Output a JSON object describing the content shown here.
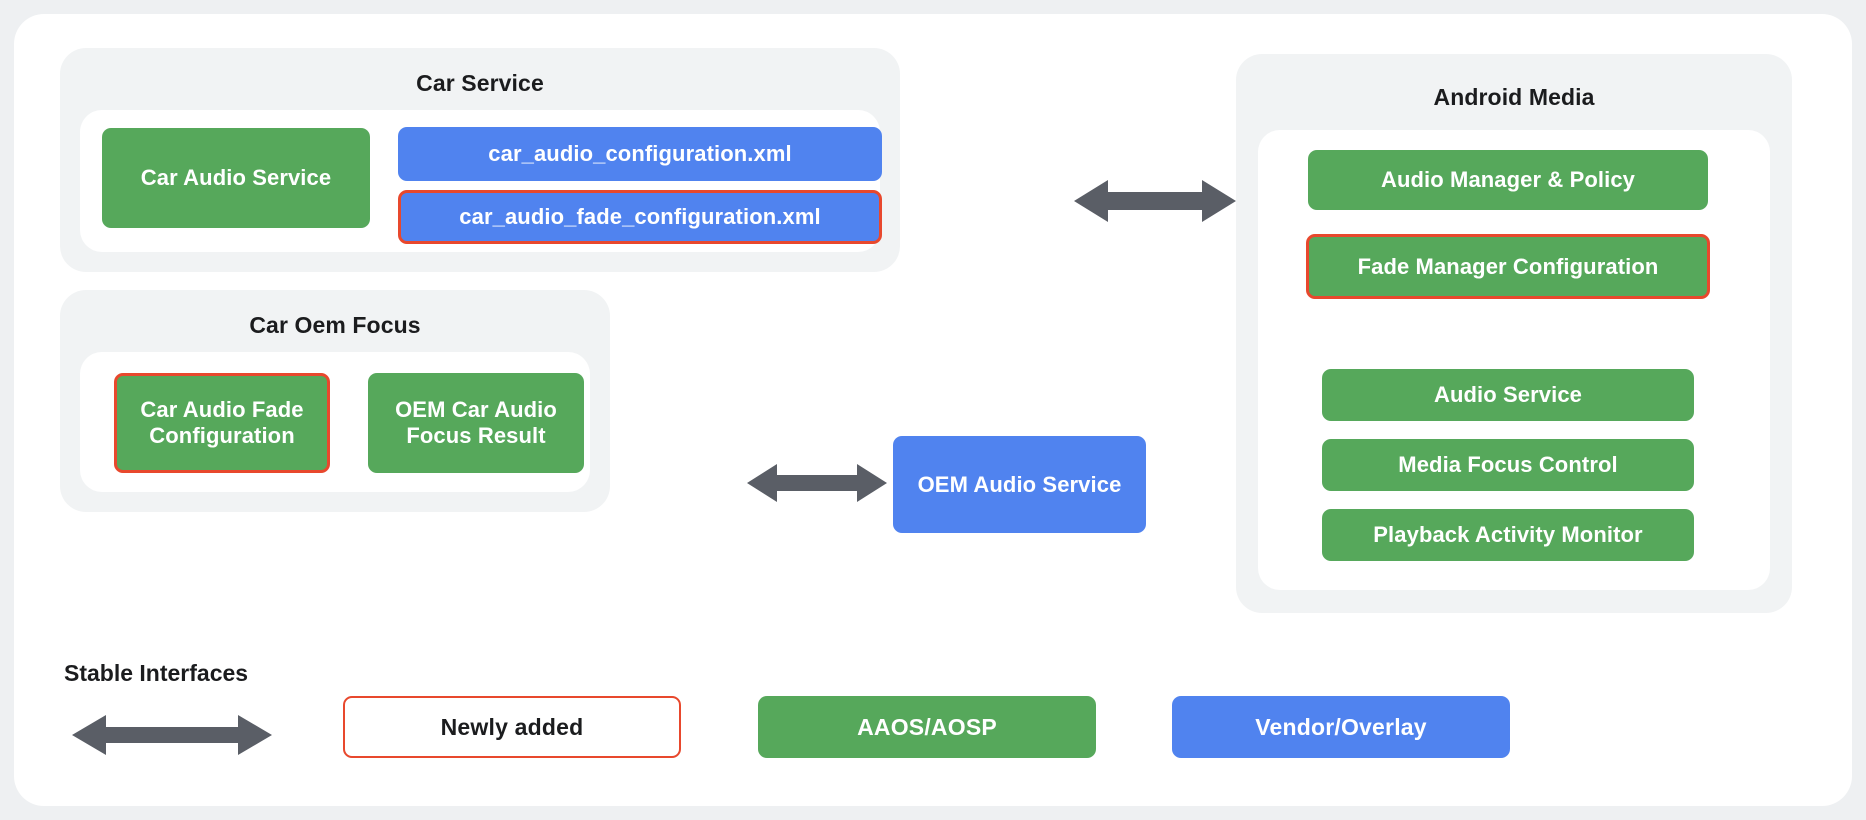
{
  "diagram": {
    "groups": [
      {
        "id": "car-service",
        "title": "Car Service",
        "nodes": [
          {
            "id": "car-audio-service",
            "label": "Car Audio Service",
            "style": "green",
            "outlined": false
          },
          {
            "id": "car-audio-configuration-xml",
            "label": "car_audio_configuration.xml",
            "style": "blue",
            "outlined": false
          },
          {
            "id": "car-audio-fade-configuration-xml",
            "label": "car_audio_fade_configuration.xml",
            "style": "blue",
            "outlined": true
          }
        ]
      },
      {
        "id": "car-oem-focus",
        "title": "Car Oem Focus",
        "nodes": [
          {
            "id": "car-audio-fade-configuration",
            "label": "Car Audio Fade Configuration",
            "style": "green",
            "outlined": true
          },
          {
            "id": "oem-car-audio-focus-result",
            "label": "OEM Car Audio Focus Result",
            "style": "green",
            "outlined": false
          }
        ]
      },
      {
        "id": "android-media",
        "title": "Android Media",
        "nodes": [
          {
            "id": "audio-manager-policy",
            "label": "Audio Manager & Policy",
            "style": "green",
            "outlined": false
          },
          {
            "id": "fade-manager-configuration",
            "label": "Fade Manager Configuration",
            "style": "green",
            "outlined": true
          },
          {
            "id": "audio-service",
            "label": "Audio Service",
            "style": "green",
            "outlined": false
          },
          {
            "id": "media-focus-control",
            "label": "Media Focus Control",
            "style": "green",
            "outlined": false
          },
          {
            "id": "playback-activity-monitor",
            "label": "Playback Activity Monitor",
            "style": "green",
            "outlined": false
          }
        ]
      }
    ],
    "standalone_nodes": [
      {
        "id": "oem-audio-service",
        "label": "OEM Audio Service",
        "style": "blue",
        "outlined": false
      }
    ],
    "connectors": [
      {
        "id": "car-service-to-android-media",
        "type": "double-arrow"
      },
      {
        "id": "car-oem-focus-to-oem-audio-service",
        "type": "double-arrow"
      }
    ]
  },
  "legend": {
    "title": "Stable Interfaces",
    "arrow_name": "double-arrow",
    "items": [
      {
        "id": "newly-added",
        "label": "Newly added",
        "style": "white"
      },
      {
        "id": "aaos-aosp",
        "label": "AAOS/AOSP",
        "style": "green"
      },
      {
        "id": "vendor-overlay",
        "label": "Vendor/Overlay",
        "style": "blue"
      }
    ]
  },
  "colors": {
    "green": "#56a85b",
    "blue": "#5083ef",
    "highlight_red": "#e8482d",
    "arrow_gray": "#5a5e66",
    "panel_gray": "#f1f3f4",
    "page_bg": "#eef0f2"
  }
}
